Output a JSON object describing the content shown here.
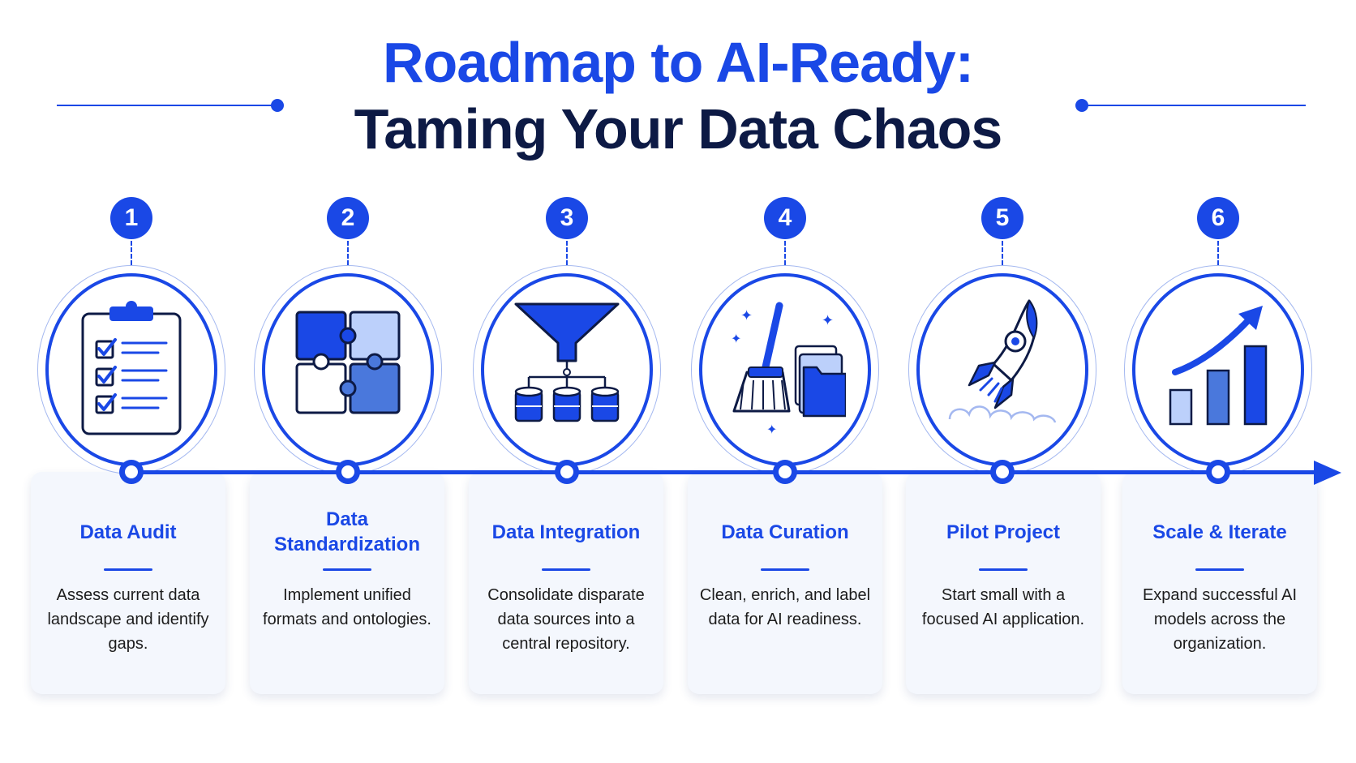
{
  "title": {
    "line1": "Roadmap to AI-Ready:",
    "line2": "Taming Your Data Chaos"
  },
  "colors": {
    "accent": "#1a48e6",
    "title_dark": "#0d1a45",
    "light_blue": "#bcd0fb",
    "mid_blue": "#4a78dc",
    "card_bg": "#f4f7fd"
  },
  "steps": [
    {
      "number": "1",
      "title": "Data Audit",
      "description": "Assess current data landscape and identify gaps.",
      "icon": "clipboard-checklist-icon"
    },
    {
      "number": "2",
      "title": "Data Standardization",
      "description": "Implement unified formats and ontologies.",
      "icon": "puzzle-pieces-icon"
    },
    {
      "number": "3",
      "title": "Data Integration",
      "description": "Consolidate disparate data sources into a central repository.",
      "icon": "funnel-databases-icon"
    },
    {
      "number": "4",
      "title": "Data Curation",
      "description": "Clean, enrich, and label data for AI readiness.",
      "icon": "broom-folders-icon"
    },
    {
      "number": "5",
      "title": "Pilot Project",
      "description": "Start small with a focused AI application.",
      "icon": "rocket-icon"
    },
    {
      "number": "6",
      "title": "Scale & Iterate",
      "description": "Expand successful AI models across the organization.",
      "icon": "growth-chart-icon"
    }
  ]
}
